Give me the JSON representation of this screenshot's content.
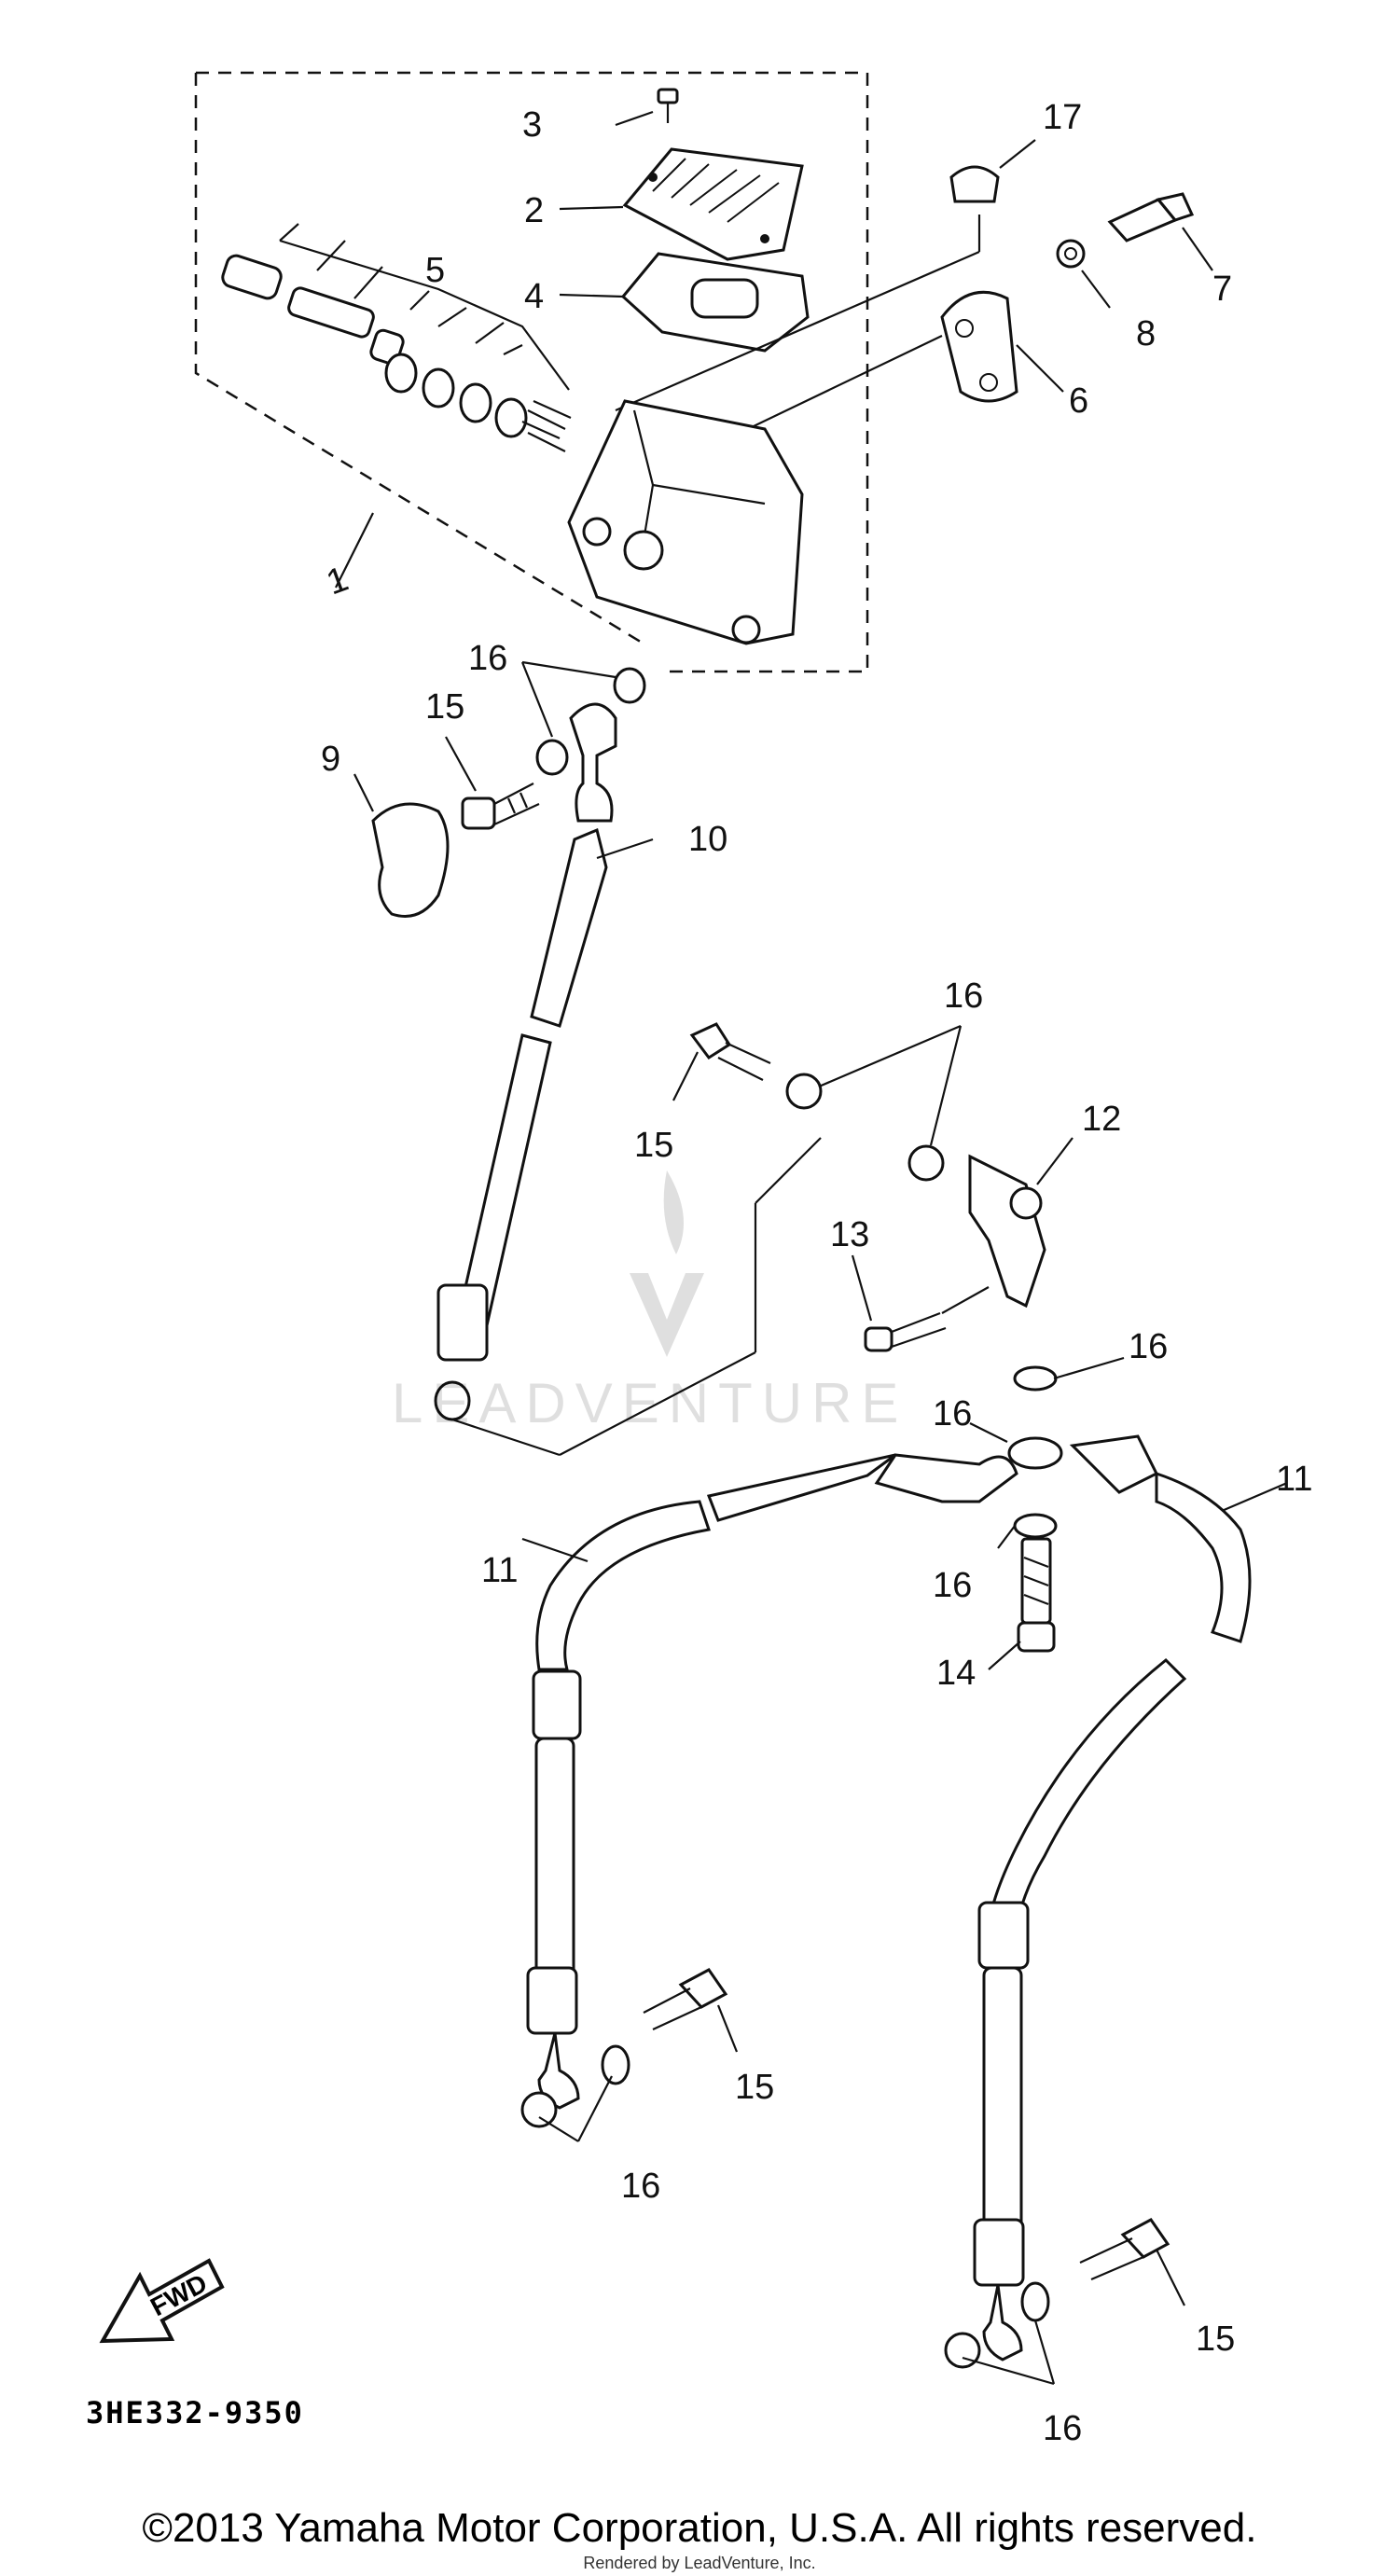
{
  "diagram": {
    "callouts": [
      {
        "id": "3",
        "label": "3"
      },
      {
        "id": "17",
        "label": "17"
      },
      {
        "id": "2",
        "label": "2"
      },
      {
        "id": "7",
        "label": "7"
      },
      {
        "id": "4",
        "label": "4"
      },
      {
        "id": "5",
        "label": "5"
      },
      {
        "id": "8",
        "label": "8"
      },
      {
        "id": "6",
        "label": "6"
      },
      {
        "id": "1",
        "label": "1"
      },
      {
        "id": "16a",
        "label": "16"
      },
      {
        "id": "15a",
        "label": "15"
      },
      {
        "id": "9",
        "label": "9"
      },
      {
        "id": "10",
        "label": "10"
      },
      {
        "id": "16b",
        "label": "16"
      },
      {
        "id": "15b",
        "label": "15"
      },
      {
        "id": "12",
        "label": "12"
      },
      {
        "id": "13",
        "label": "13"
      },
      {
        "id": "16c",
        "label": "16"
      },
      {
        "id": "16d",
        "label": "16"
      },
      {
        "id": "11a",
        "label": "11"
      },
      {
        "id": "11b",
        "label": "11"
      },
      {
        "id": "16e",
        "label": "16"
      },
      {
        "id": "14",
        "label": "14"
      },
      {
        "id": "15c",
        "label": "15"
      },
      {
        "id": "16f",
        "label": "16"
      },
      {
        "id": "15d",
        "label": "15"
      },
      {
        "id": "16g",
        "label": "16"
      }
    ],
    "fwd_label": "FWD",
    "code": "3HE332-9350"
  },
  "footer": {
    "copyright": "©2013 Yamaha Motor Corporation, U.S.A. All rights reserved.",
    "rendered_by": "Rendered by LeadVenture, Inc."
  },
  "watermark": {
    "text": "LEADVENTURE"
  }
}
